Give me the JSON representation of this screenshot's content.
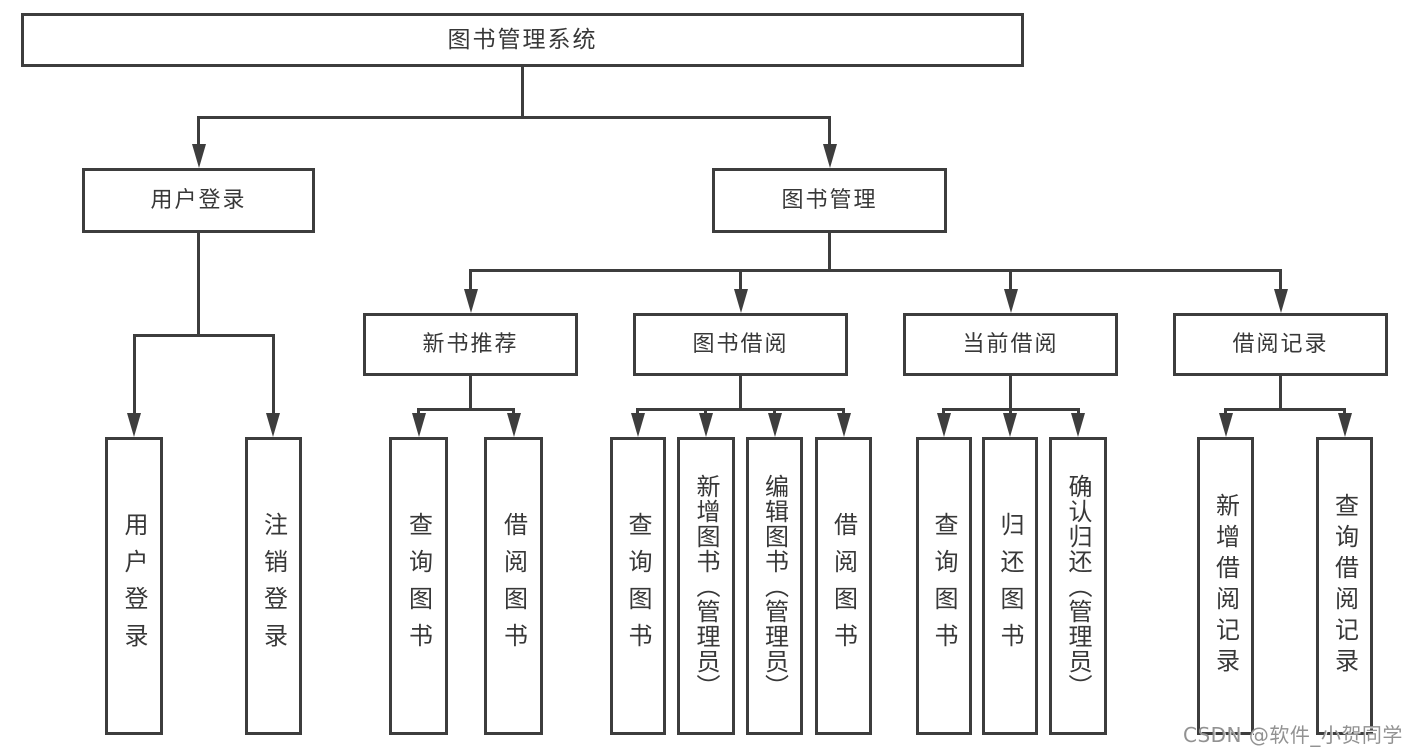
{
  "tree": {
    "root": {
      "label": "图书管理系统"
    },
    "branches": [
      {
        "label": "用户登录",
        "children": [
          {
            "label": "用户登录"
          },
          {
            "label": "注销登录"
          }
        ]
      },
      {
        "label": "图书管理",
        "children": [
          {
            "label": "新书推荐",
            "children": [
              {
                "label": "查询图书"
              },
              {
                "label": "借阅图书"
              }
            ]
          },
          {
            "label": "图书借阅",
            "children": [
              {
                "label": "查询图书"
              },
              {
                "label": "新增图书（管理员）"
              },
              {
                "label": "编辑图书（管理员）"
              },
              {
                "label": "借阅图书"
              }
            ]
          },
          {
            "label": "当前借阅",
            "children": [
              {
                "label": "查询图书"
              },
              {
                "label": "归还图书"
              },
              {
                "label": "确认归还（管理员）"
              }
            ]
          },
          {
            "label": "借阅记录",
            "children": [
              {
                "label": "新增借阅记录"
              },
              {
                "label": "查询借阅记录"
              }
            ]
          }
        ]
      }
    ]
  },
  "watermark": {
    "text": "CSDN @软件_小贺同学"
  },
  "colors": {
    "line": "#3d3d3d",
    "text": "#383838",
    "watermark": "#929292",
    "background": "#ffffff"
  }
}
